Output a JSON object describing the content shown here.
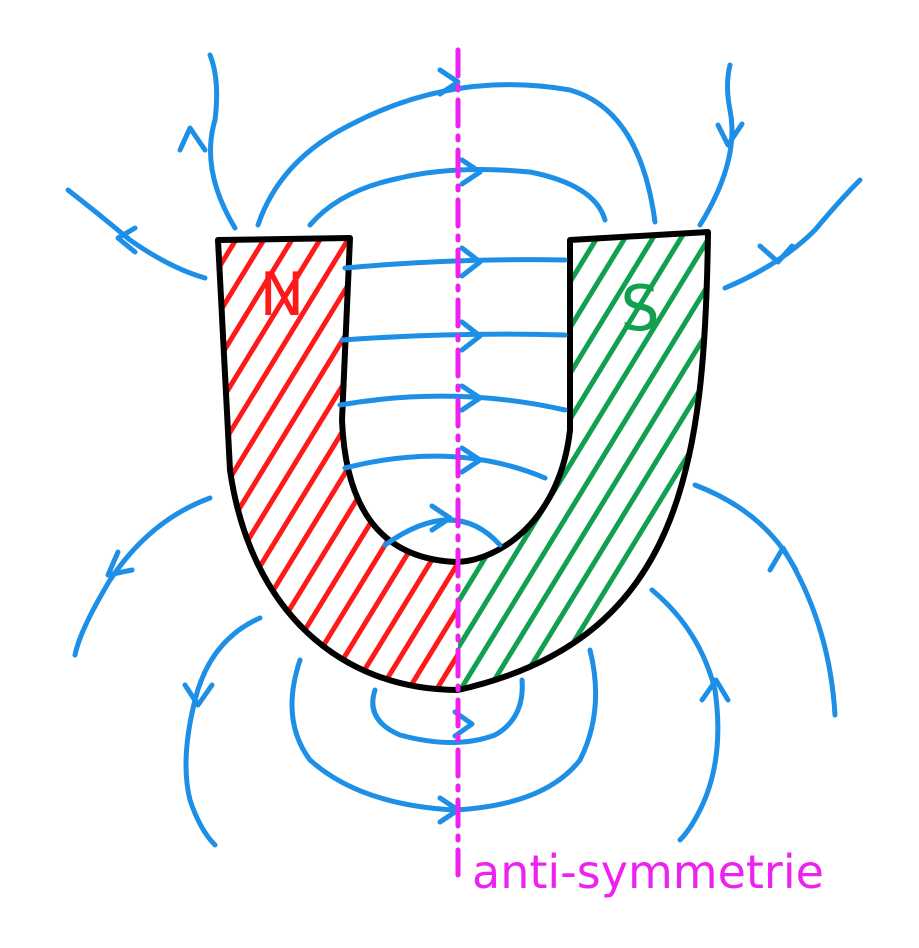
{
  "labels": {
    "north": "N",
    "south": "S",
    "axis": "anti-symmetrie"
  },
  "colors": {
    "background": "#ffffff",
    "field_lines": "#1e8fe6",
    "north_pole": "#ff1a1a",
    "south_pole": "#10a050",
    "magnet_outline": "#000000",
    "axis_line": "#ee22ee"
  }
}
